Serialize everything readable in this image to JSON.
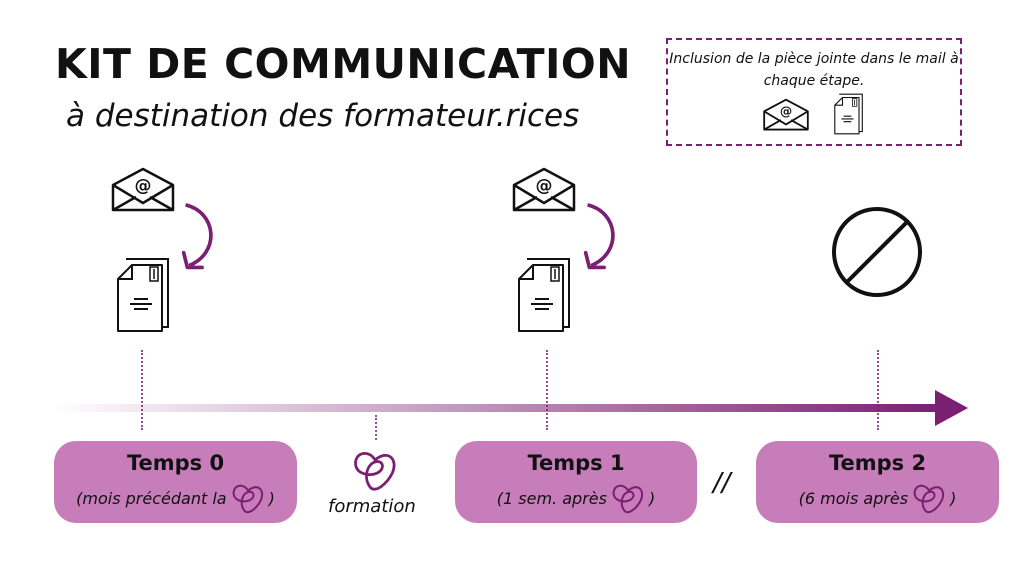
{
  "header": {
    "title": "KIT DE COMMUNICATION",
    "subtitle": "à destination des formateur.rices"
  },
  "note": {
    "text": "Inclusion de la pièce jointe dans le mail à chaque étape.",
    "icons": [
      "email-icon",
      "document-icon"
    ]
  },
  "colors": {
    "accent": "#7b1f72",
    "box": "#c77dba"
  },
  "timeline": {
    "steps": [
      {
        "title": "Temps 0",
        "subtitle": "(mois précédant la",
        "close": ")",
        "icons": [
          "email-icon",
          "document-icon"
        ]
      },
      {
        "title": "Temps 1",
        "subtitle": "(1 sem. après",
        "close": ")",
        "icons": [
          "email-icon",
          "document-icon"
        ]
      },
      {
        "title": "Temps 2",
        "subtitle": "(6 mois après",
        "close": ")",
        "icons": [
          "prohibited-icon"
        ]
      }
    ],
    "formation_label": "formation",
    "break_mark": "//"
  }
}
